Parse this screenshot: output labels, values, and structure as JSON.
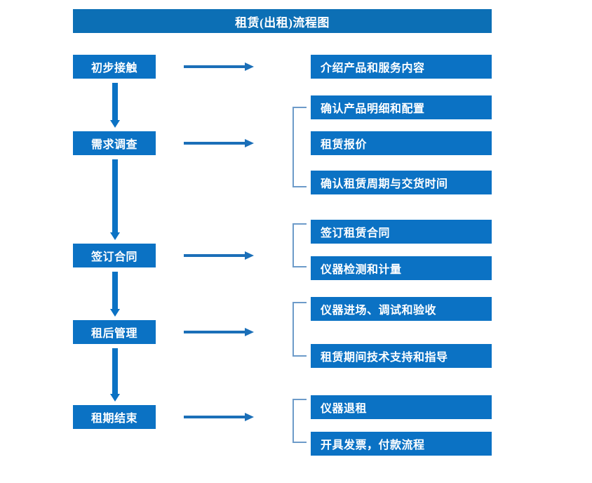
{
  "diagram": {
    "title": "租赁(出租)流程图",
    "colors": {
      "title_bar": "#0C6FB5",
      "node_fill": "#0B72C4",
      "node_text": "#FFFFFF",
      "arrow": "#1B6FB8",
      "bracket": "#6D9BC9",
      "background": "#FFFFFF"
    },
    "stages": [
      {
        "id": "stage-1",
        "label": "初步接触"
      },
      {
        "id": "stage-2",
        "label": "需求调查"
      },
      {
        "id": "stage-3",
        "label": "签订合同"
      },
      {
        "id": "stage-4",
        "label": "租后管理"
      },
      {
        "id": "stage-5",
        "label": "租期结束"
      }
    ],
    "details": [
      {
        "id": "detail-1",
        "label": "介绍产品和服务内容"
      },
      {
        "id": "detail-2",
        "label": "确认产品明细和配置"
      },
      {
        "id": "detail-3",
        "label": "租赁报价"
      },
      {
        "id": "detail-4",
        "label": "确认租赁周期与交货时间"
      },
      {
        "id": "detail-5",
        "label": "签订租赁合同"
      },
      {
        "id": "detail-6",
        "label": "仪器检测和计量"
      },
      {
        "id": "detail-7",
        "label": "仪器进场、调试和验收"
      },
      {
        "id": "detail-8",
        "label": "租赁期间技术支持和指导"
      },
      {
        "id": "detail-9",
        "label": "仪器退租"
      },
      {
        "id": "detail-10",
        "label": "开具发票，付款流程"
      }
    ],
    "groups": [
      {
        "id": "group-1",
        "stage": "需求调查",
        "members": [
          "确认产品明细和配置",
          "租赁报价",
          "确认租赁周期与交货时间"
        ]
      },
      {
        "id": "group-2",
        "stage": "签订合同",
        "members": [
          "签订租赁合同",
          "仪器检测和计量"
        ]
      },
      {
        "id": "group-3",
        "stage": "租后管理",
        "members": [
          "仪器进场、调试和验收",
          "租赁期间技术支持和指导"
        ]
      },
      {
        "id": "group-4",
        "stage": "租期结束",
        "members": [
          "仪器退租",
          "开具发票，付款流程"
        ]
      }
    ]
  }
}
